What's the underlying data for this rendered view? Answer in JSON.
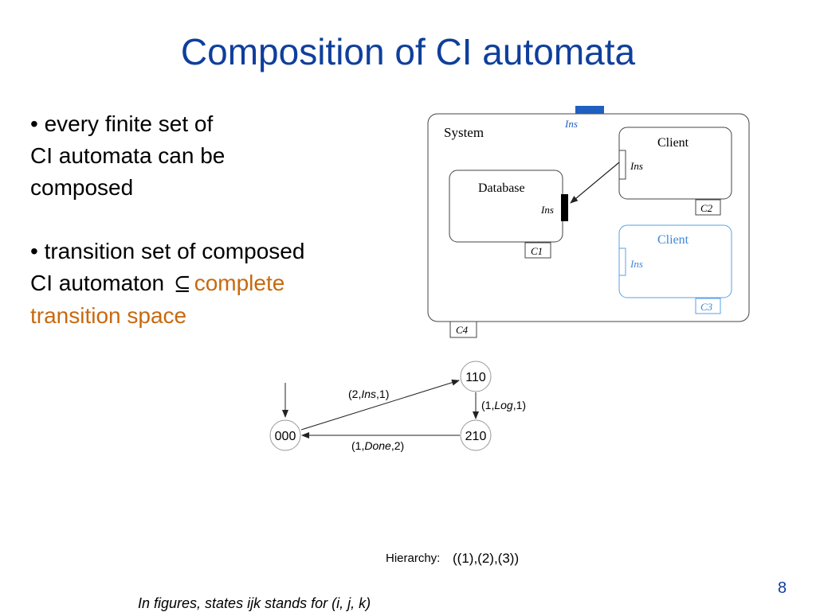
{
  "slide": {
    "title": "Composition of CI automata",
    "bullets": [
      {
        "lines": [
          "• every finite set of",
          "CI automata can be",
          "composed"
        ]
      },
      {
        "line1": "• transition set of composed",
        "line2_prefix": "CI automaton",
        "subset_symbol": "⊆",
        "line2_highlight": "complete",
        "line3_highlight": "transition space"
      }
    ],
    "footnote": "In figures, states ijk stands for (i, j, k)",
    "page_number": "8"
  },
  "component_diagram": {
    "system_label": "System",
    "system_port": "Ins",
    "outer_tag": "C4",
    "database": {
      "label": "Database",
      "port": "Ins",
      "tag": "C1"
    },
    "client_1": {
      "label": "Client",
      "port": "Ins",
      "tag": "C2"
    },
    "client_2": {
      "label": "Client",
      "port": "Ins",
      "tag": "C3"
    }
  },
  "automaton": {
    "states": [
      "000",
      "110",
      "210"
    ],
    "transitions": {
      "t1": {
        "open": "(2,",
        "action": "Ins",
        "close": ",1)"
      },
      "t2": {
        "open": "(1,",
        "action": "Log",
        "close": ",1)"
      },
      "t3": {
        "open": "(1,",
        "action": "Done",
        "close": ",2)"
      }
    },
    "hierarchy_label": "Hierarchy:",
    "hierarchy_value": "((1),(2),(3))"
  },
  "colors": {
    "title": "#0f3f9c",
    "highlight": "#c8690f",
    "port_blue": "#1f5fbf",
    "client_light_blue": "#5aa0e6"
  }
}
